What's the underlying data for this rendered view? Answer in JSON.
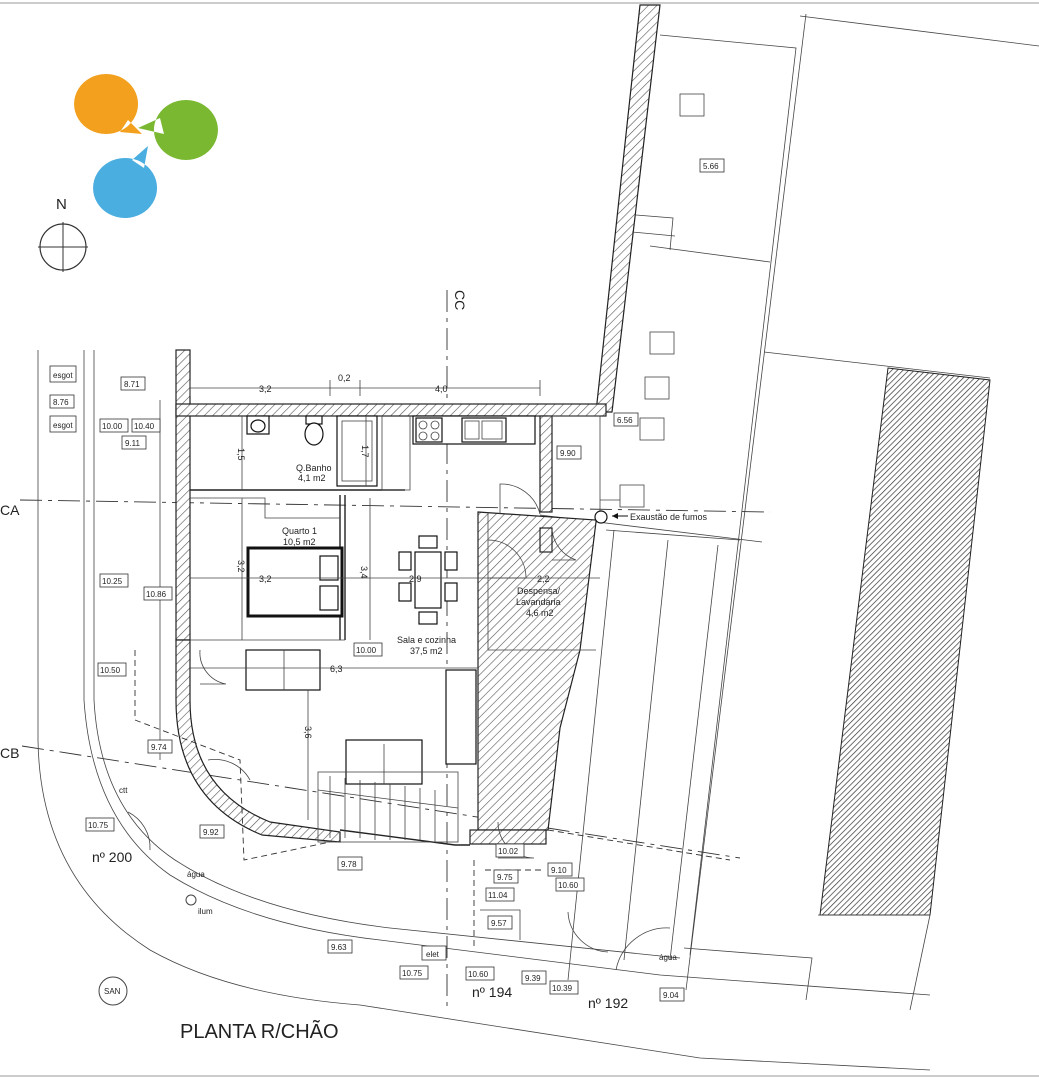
{
  "title": "PLANTA R/CHÃO",
  "north_label": "N",
  "logo": {
    "colors": {
      "orange": "#f2a01e",
      "green": "#7ab831",
      "blue": "#4aaee0"
    }
  },
  "sections": {
    "ca": "CA",
    "cb": "CB",
    "cc": "CC"
  },
  "rooms": {
    "bath_name": "Q.Banho",
    "bath_area": "4,1 m2",
    "bedroom_name": "Quarto 1",
    "bedroom_area": "10,5 m2",
    "living_name": "Sala e cozinha",
    "living_area": "37,5 m2",
    "pantry_name_1": "Despensa/",
    "pantry_name_2": "Lavandaria",
    "pantry_area": "4,6 m2"
  },
  "annotations": {
    "exhaust": "Exaustão de fumos",
    "esgot_1": "esgot",
    "esgot_2": "esgot",
    "agua_1": "água",
    "agua_2": "água",
    "elet": "elet",
    "ilum": "ilum",
    "san": "SAN",
    "ctt": "ctt"
  },
  "house_numbers": {
    "n200": "nº 200",
    "n194": "nº 194",
    "n192": "nº 192"
  },
  "dimensions": {
    "d_3_2_top": "3,2",
    "d_0_2": "0,2",
    "d_4_0": "4,0",
    "d_1_5": "1,5",
    "d_1_7": "1,7",
    "d_3_2_horiz": "3,2",
    "d_3_2_vert": "3,2",
    "d_3_4": "3,4",
    "d_2_9": "2,9",
    "d_2_2": "2,2",
    "d_6_3": "6,3",
    "d_3_6": "3,6"
  },
  "elevations": {
    "e_8_71": "8.71",
    "e_8_76": "8.76",
    "e_10_00_a": "10.00",
    "e_10_40": "10.40",
    "e_9_11": "9.11",
    "e_10_25": "10.25",
    "e_10_86": "10.86",
    "e_10_50": "10.50",
    "e_9_74": "9.74",
    "e_10_75_a": "10.75",
    "e_9_92": "9.92",
    "e_9_78": "9.78",
    "e_10_00_b": "10.00",
    "e_9_90": "9.90",
    "e_6_56": "6.56",
    "e_5_66": "5.66",
    "e_10_02": "10.02",
    "e_9_75": "9.75",
    "e_9_10": "9.10",
    "e_10_60_a": "10.60",
    "e_11_04": "11.04",
    "e_9_57": "9.57",
    "e_9_63": "9.63",
    "e_10_75_b": "10.75",
    "e_10_60_b": "10.60",
    "e_9_39": "9.39",
    "e_10_39": "10.39",
    "e_9_04": "9.04"
  }
}
